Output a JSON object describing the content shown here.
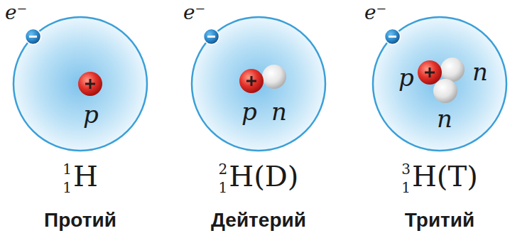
{
  "diagram": {
    "nodes": [
      {
        "text": [
          "e⁻",
          "p",
          "1",
          "1",
          "H",
          "Протий"
        ]
      },
      {
        "text": [
          "e⁻",
          "p",
          "n",
          "2",
          "1",
          "H(D)",
          "Дейтерий"
        ]
      },
      {
        "text": [
          "e⁻",
          "p",
          "n",
          "n",
          "3",
          "1",
          "H(T)",
          "Тритий"
        ]
      }
    ]
  }
}
